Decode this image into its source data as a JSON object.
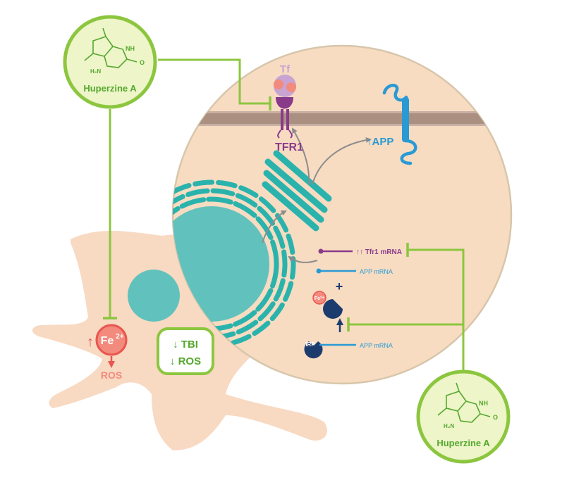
{
  "drug": {
    "name": "Huperzine A",
    "nh_label": "NH",
    "o_label": "O",
    "h2n_label": "H₂N"
  },
  "labels": {
    "tf": "Tf",
    "tfr1": "TFR1",
    "app": "↑APP",
    "tfr1_mrna": "↑↑ Tfr1 mRNA",
    "app_mrna_top": "APP mRNA",
    "app_mrna_bottom": "APP mRNA",
    "irp": "IRP",
    "fe_small": "Fe²⁺",
    "plus": "+",
    "fe_big": "Fe",
    "fe_sup": "2+",
    "ros_left": "ROS",
    "tbi": "↓ TBI",
    "ros_box": "↓ ROS"
  },
  "colors": {
    "green": "#8cc63f",
    "green_fill": "#eef5c9",
    "green_text": "#55a82f",
    "cell": "#f8d9c2",
    "cell_zoom": "#f7dcc2",
    "zoom_border": "#d7c6ab",
    "membrane": "#ab8f80",
    "teal": "#2ab3ac",
    "nucleus": "#61c2bd",
    "purple": "#8a3a8a",
    "lilac": "#c9a3d1",
    "blue": "#2a9ad4",
    "navy": "#1d3c6e",
    "red": "#e9564f",
    "salmon": "#f28b7d",
    "grey_arrow": "#8c8c8c"
  }
}
